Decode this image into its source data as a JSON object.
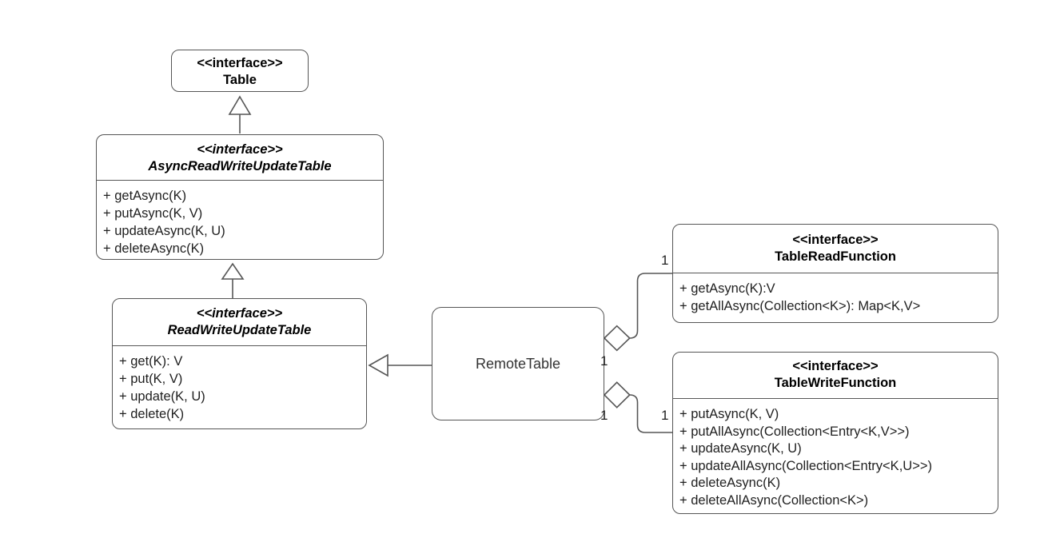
{
  "colors": {
    "stroke": "#565656",
    "text": "#1f1f1f",
    "heading": "#000000",
    "background": "#ffffff"
  },
  "classes": {
    "table": {
      "stereotype": "<<interface>>",
      "name": "Table"
    },
    "async_rwu": {
      "stereotype": "<<interface>>",
      "name": "AsyncReadWriteUpdateTable",
      "methods": [
        "+ getAsync(K)",
        "+ putAsync(K, V)",
        "+ updateAsync(K, U)",
        "+ deleteAsync(K)"
      ]
    },
    "rwu": {
      "stereotype": "<<interface>>",
      "name": "ReadWriteUpdateTable",
      "methods": [
        "+ get(K): V",
        "+ put(K, V)",
        "+ update(K, U)",
        "+ delete(K)"
      ]
    },
    "remote": {
      "name": "RemoteTable"
    },
    "read_fn": {
      "stereotype": "<<interface>>",
      "name": "TableReadFunction",
      "methods": [
        "+ getAsync(K):V",
        "+ getAllAsync(Collection<K>): Map<K,V>"
      ]
    },
    "write_fn": {
      "stereotype": "<<interface>>",
      "name": "TableWriteFunction",
      "methods": [
        "+ putAsync(K, V)",
        "+ putAllAsync(Collection<Entry<K,V>>)",
        "+ updateAsync(K, U)",
        "+ updateAllAsync(Collection<Entry<K,U>>)",
        "+ deleteAsync(K)",
        "+ deleteAllAsync(Collection<K>)"
      ]
    }
  },
  "relations": {
    "async_extends_table": {
      "type": "generalization"
    },
    "rwu_extends_async": {
      "type": "generalization"
    },
    "remote_realizes_rwu": {
      "type": "realization"
    },
    "remote_aggregates_read_fn": {
      "type": "aggregation",
      "source_multiplicity": "1",
      "target_multiplicity": "1"
    },
    "remote_aggregates_write_fn": {
      "type": "aggregation",
      "source_multiplicity": "1",
      "target_multiplicity": "1"
    }
  }
}
